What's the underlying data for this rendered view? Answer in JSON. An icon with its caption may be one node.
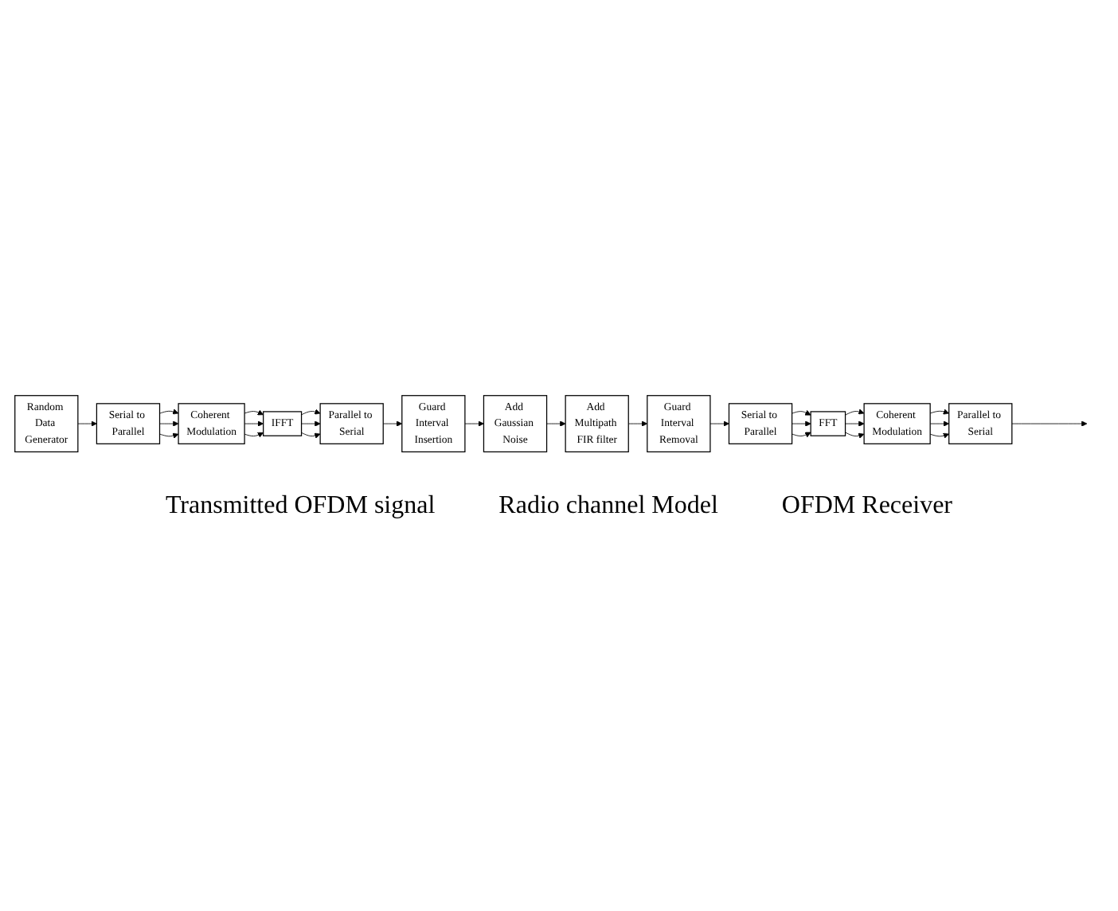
{
  "diagram": {
    "nodes": [
      {
        "text": [
          "Random Data Generator"
        ]
      },
      {
        "text": [
          "Serial to Parallel"
        ]
      },
      {
        "text": [
          "Coherent Modulation"
        ]
      },
      {
        "text": [
          "IFFT"
        ]
      },
      {
        "text": [
          "Parallel to Serial"
        ]
      },
      {
        "text": [
          "Guard Interval Insertion"
        ]
      },
      {
        "text": [
          "Add Gaussian Noise"
        ]
      },
      {
        "text": [
          "Add Multipath FIR filter"
        ]
      },
      {
        "text": [
          "Guard Interval Removal"
        ]
      },
      {
        "text": [
          "Serial to Parallel"
        ]
      },
      {
        "text": [
          "FFT"
        ]
      },
      {
        "text": [
          "Coherent Modulation"
        ]
      },
      {
        "text": [
          "Parallel to Serial"
        ]
      }
    ],
    "edges": [
      {
        "from": 0,
        "to": 1,
        "arrow": "to"
      },
      {
        "from": 1,
        "to": 2,
        "arrow": "to"
      },
      {
        "from": 1,
        "to": 2,
        "arrow": "to"
      },
      {
        "from": 1,
        "to": 2,
        "arrow": "to"
      },
      {
        "from": 2,
        "to": 3,
        "arrow": "to"
      },
      {
        "from": 2,
        "to": 3,
        "arrow": "to"
      },
      {
        "from": 2,
        "to": 3,
        "arrow": "to"
      },
      {
        "from": 3,
        "to": 4,
        "arrow": "to"
      },
      {
        "from": 3,
        "to": 4,
        "arrow": "to"
      },
      {
        "from": 3,
        "to": 4,
        "arrow": "to"
      },
      {
        "from": 4,
        "to": 5,
        "arrow": "to"
      },
      {
        "from": 5,
        "to": 6,
        "arrow": "to"
      },
      {
        "from": 6,
        "to": 7,
        "arrow": "to"
      },
      {
        "from": 7,
        "to": 8,
        "arrow": "to"
      },
      {
        "from": 8,
        "to": 9,
        "arrow": "to"
      },
      {
        "from": 9,
        "to": 10,
        "arrow": "to"
      },
      {
        "from": 9,
        "to": 10,
        "arrow": "to"
      },
      {
        "from": 9,
        "to": 10,
        "arrow": "to"
      },
      {
        "from": 10,
        "to": 11,
        "arrow": "to"
      },
      {
        "from": 10,
        "to": 11,
        "arrow": "to"
      },
      {
        "from": 10,
        "to": 11,
        "arrow": "to"
      },
      {
        "from": 11,
        "to": 12,
        "arrow": "to"
      },
      {
        "from": 11,
        "to": 12,
        "arrow": "to"
      },
      {
        "from": 11,
        "to": 12,
        "arrow": "to"
      },
      {
        "from": 12,
        "to": null,
        "arrow": "to"
      }
    ],
    "labels": [
      "Transmitted OFDM signal",
      "Radio channel Model",
      "OFDM Receiver"
    ]
  }
}
